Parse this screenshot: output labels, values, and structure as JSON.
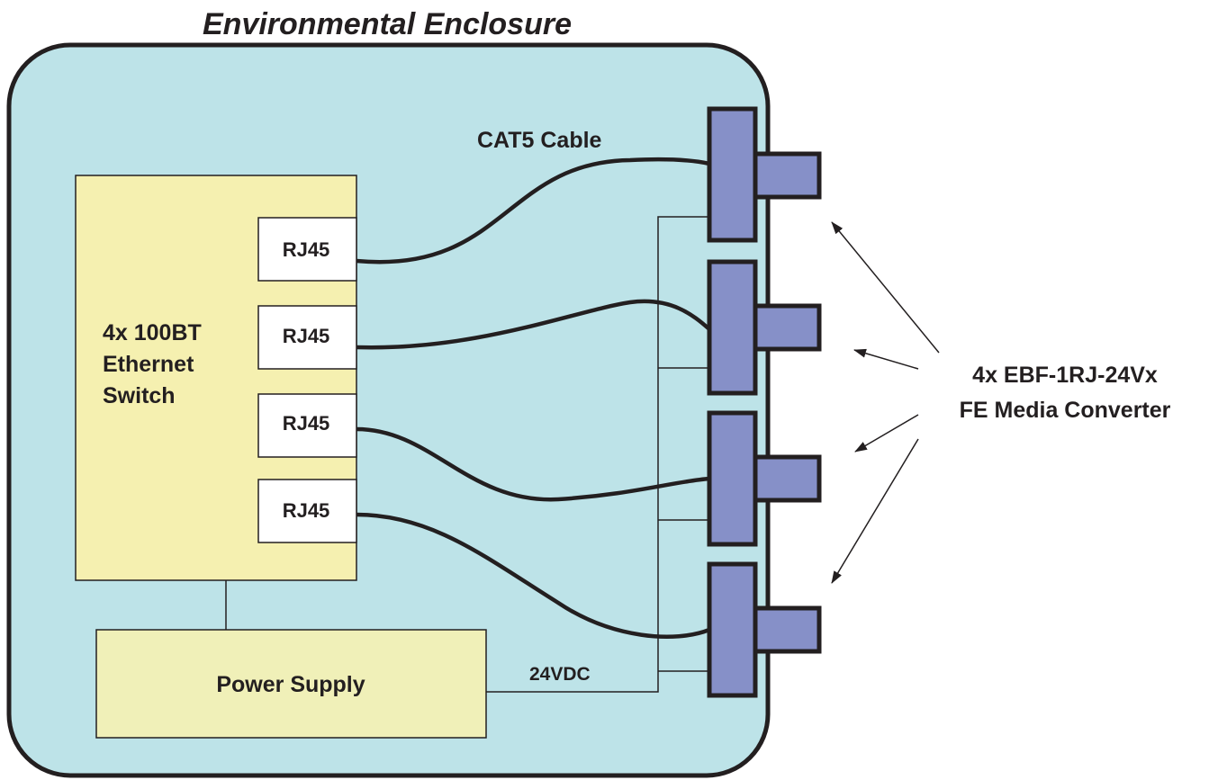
{
  "title": "Environmental Enclosure",
  "switch": {
    "lines": [
      "4x 100BT",
      "Ethernet",
      "Switch"
    ],
    "ports": [
      "RJ45",
      "RJ45",
      "RJ45",
      "RJ45"
    ]
  },
  "power_supply": {
    "label": "Power Supply"
  },
  "cable_label": "CAT5 Cable",
  "dc_label": "24VDC",
  "converters": {
    "count": 4,
    "lines": [
      "4x EBF-1RJ-24Vx",
      "FE Media Converter"
    ]
  },
  "colors": {
    "enclosure_fill": "#bde3e8",
    "switch_fill": "#f5f0b0",
    "power_fill": "#f0f0b8",
    "converter_fill": "#8690c8",
    "stroke": "#231f20"
  }
}
